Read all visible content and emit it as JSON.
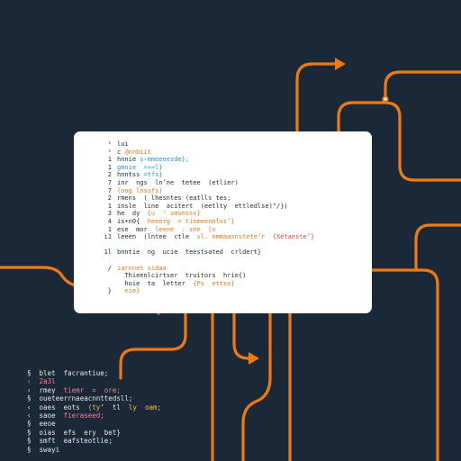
{
  "colors": {
    "background": "#1b2838",
    "flow_line": "#f07a12",
    "card": "#ffffff",
    "code_text": "#1b2838",
    "code_keyword": "#e2761c",
    "code_string": "#2c8fd9",
    "terminal_text": "#e8e8e8",
    "terminal_accent": "#ff7f9a",
    "terminal_highlight": "#f2c14e"
  },
  "code_lines": [
    {
      "num": "¹",
      "parts": [
        {
          "c": "dark",
          "t": "lui"
        }
      ]
    },
    {
      "num": "¹",
      "parts": [
        {
          "c": "dark",
          "t": "c "
        },
        {
          "c": "orange",
          "t": "@nnbiit"
        }
      ]
    },
    {
      "num": "1",
      "parts": [
        {
          "c": "dark",
          "t": "hnnie "
        },
        {
          "c": "blue",
          "t": "s‹mmeeeesde};"
        }
      ]
    },
    {
      "num": "1",
      "parts": [
        {
          "c": "blue",
          "t": "gmnie  =»»l}"
        }
      ]
    },
    {
      "num": "2",
      "parts": [
        {
          "c": "dark",
          "t": "hnntss "
        },
        {
          "c": "blue",
          "t": "=tfs}"
        }
      ]
    },
    {
      "num": "7",
      "parts": [
        {
          "c": "dark",
          "t": "inr  ngs  ln’ne  tetee  (etlier)"
        }
      ]
    },
    {
      "num": "7",
      "parts": [
        {
          "c": "orange",
          "t": "(oog lnssfs)"
        }
      ]
    },
    {
      "num": "2",
      "parts": [
        {
          "c": "dark",
          "t": "rmens  ( lhesntes (eatlls tes;"
        }
      ]
    },
    {
      "num": "1",
      "parts": [
        {
          "c": "dark",
          "t": "insle  line  acitert  (eetlty  ettledlse)\"/})"
        }
      ]
    },
    {
      "num": "3",
      "parts": [
        {
          "c": "dark",
          "t": "he  dy  "
        },
        {
          "c": "orange",
          "t": "{u  ‘ smsnsss}"
        }
      ]
    },
    {
      "num": "4",
      "parts": [
        {
          "c": "dark",
          "t": "is•n0{  "
        },
        {
          "c": "orange",
          "t": "heeerg  = tinmeennlss’}"
        }
      ]
    },
    {
      "num": "1",
      "parts": [
        {
          "c": "dark",
          "t": "ese  mor  "
        },
        {
          "c": "orange",
          "t": "leene  : sne  ls"
        }
      ]
    },
    {
      "num": "i1",
      "parts": [
        {
          "c": "dark",
          "t": "leeen  (lntee  ctle  "
        },
        {
          "c": "orange",
          "t": "sl. nmmaasnstete’r"
        },
        {
          "c": "red",
          "t": "  {Xëtaeste’}"
        }
      ]
    },
    {
      "num": "",
      "parts": []
    },
    {
      "num": "1l",
      "parts": [
        {
          "c": "dark",
          "t": "bnntie  ng  ucie  teestsated  crldert}"
        }
      ]
    },
    {
      "num": "",
      "parts": []
    },
    {
      "num": "/",
      "parts": [
        {
          "c": "orange",
          "t": "iarnnet sidaa"
        }
      ]
    },
    {
      "num": "",
      "parts": [
        {
          "c": "dark",
          "t": "  Thieenlcirtser  truitors  hrie{)"
        }
      ]
    },
    {
      "num": "",
      "parts": [
        {
          "c": "dark",
          "t": "  hoie  ta  letter  "
        },
        {
          "c": "orange",
          "t": "{Ps  ettso}"
        }
      ]
    },
    {
      "num": "}",
      "parts": [
        {
          "c": "orange",
          "t": "  eie}"
        }
      ]
    }
  ],
  "terminal_lines": [
    {
      "parts": [
        {
          "c": "white",
          "t": "§  "
        },
        {
          "c": "white",
          "t": "blet  facrantiue;"
        }
      ]
    },
    {
      "parts": [
        {
          "c": "pink",
          "t": "‹  2a3l"
        }
      ]
    },
    {
      "parts": [
        {
          "c": "white",
          "t": "‹  rmey  "
        },
        {
          "c": "pink",
          "t": "tiemr  =  ore;"
        }
      ]
    },
    {
      "parts": [
        {
          "c": "white",
          "t": "§  oueteerrnaeacnnttedsll;"
        }
      ]
    },
    {
      "parts": [
        {
          "c": "white",
          "t": "‹  oaes  eots  "
        },
        {
          "c": "yellow",
          "t": "(ty"
        },
        {
          "c": "white",
          "t": "’  tl  "
        },
        {
          "c": "yellow",
          "t": "ly  oam;"
        }
      ]
    },
    {
      "parts": [
        {
          "c": "white",
          "t": "‹  saoe  "
        },
        {
          "c": "pink",
          "t": "fieraseed;"
        }
      ]
    },
    {
      "parts": [
        {
          "c": "white",
          "t": "§  eeoe"
        }
      ]
    },
    {
      "parts": [
        {
          "c": "white",
          "t": "§  oias  efs  ery  bet}"
        }
      ]
    },
    {
      "parts": [
        {
          "c": "white",
          "t": "§  smft  eafsteotlie;"
        }
      ]
    },
    {
      "parts": [
        {
          "c": "white",
          "t": "§  swayi"
        }
      ]
    }
  ]
}
